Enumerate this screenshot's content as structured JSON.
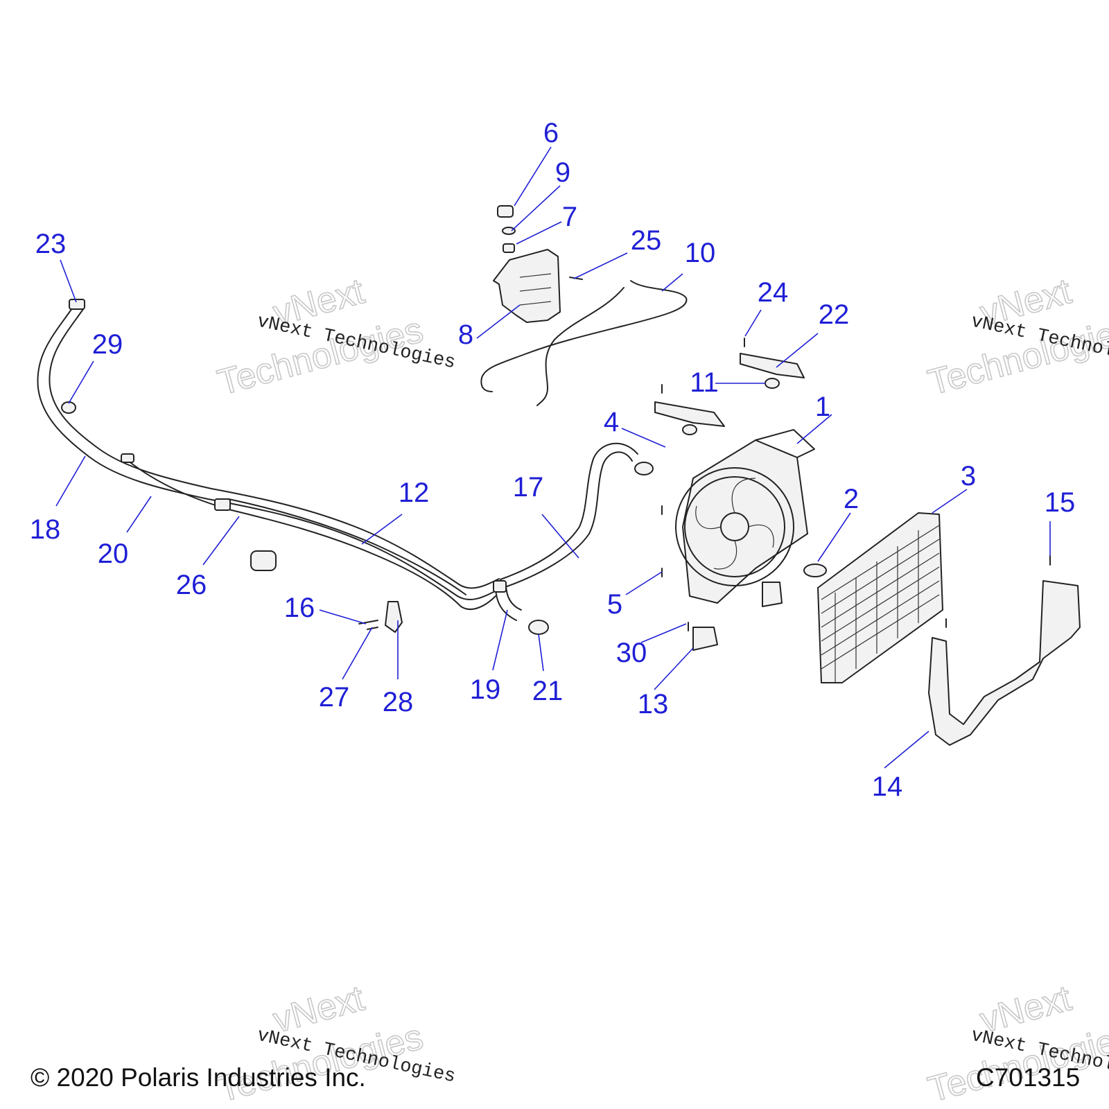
{
  "callouts": [
    "1",
    "2",
    "3",
    "4",
    "5",
    "6",
    "7",
    "8",
    "9",
    "10",
    "11",
    "12",
    "13",
    "14",
    "15",
    "16",
    "17",
    "18",
    "19",
    "20",
    "21",
    "22",
    "23",
    "24",
    "25",
    "26",
    "27",
    "28",
    "29",
    "30"
  ],
  "watermark": {
    "line": "vNext Technologies",
    "word1": "vNext",
    "word2": "Technologies"
  },
  "footer": {
    "copyright": "© 2020 Polaris Industries Inc.",
    "figure_id": "C701315"
  },
  "colors": {
    "callout": "#1f1fd6",
    "line_art": "#222222",
    "watermark": "#c8c8c8"
  }
}
